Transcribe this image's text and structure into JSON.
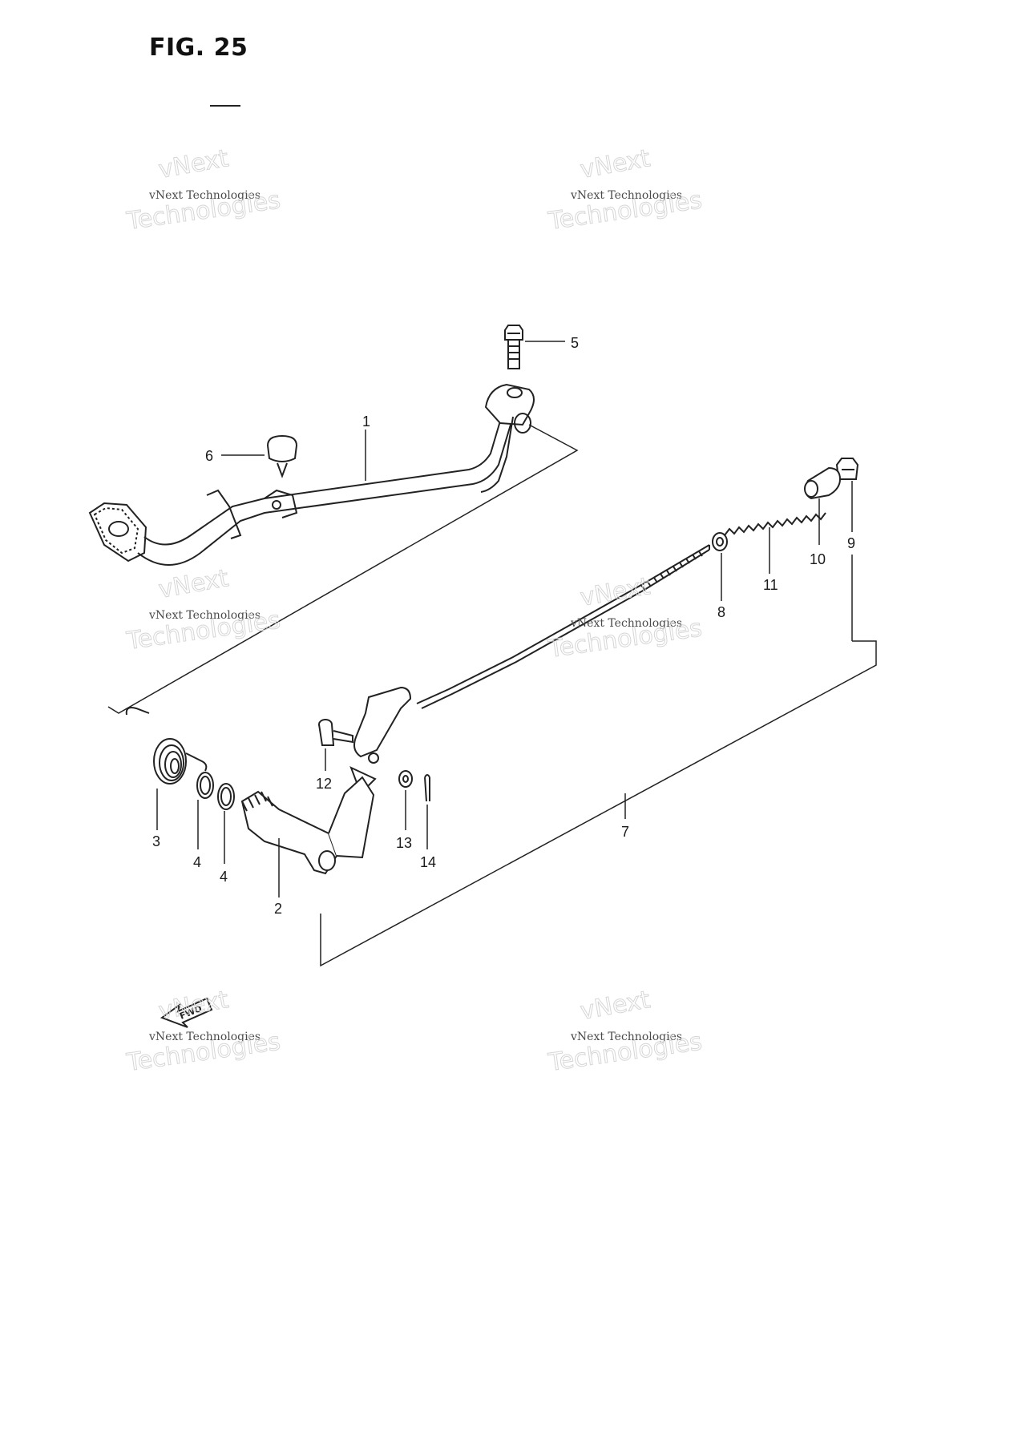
{
  "figure": {
    "title": "FIG. 25"
  },
  "callouts": {
    "p1": "1",
    "p2": "2",
    "p3": "3",
    "p4a": "4",
    "p4b": "4",
    "p5": "5",
    "p6": "6",
    "p7": "7",
    "p8": "8",
    "p9": "9",
    "p10": "10",
    "p11": "11",
    "p12": "12",
    "p13": "13",
    "p14": "14"
  },
  "watermark": {
    "line1": "vNext",
    "line2": "vNext Technologies",
    "line3": "Technologies"
  },
  "direction_marker": {
    "label": "FWD",
    "icon": "arrow-forward-icon"
  }
}
